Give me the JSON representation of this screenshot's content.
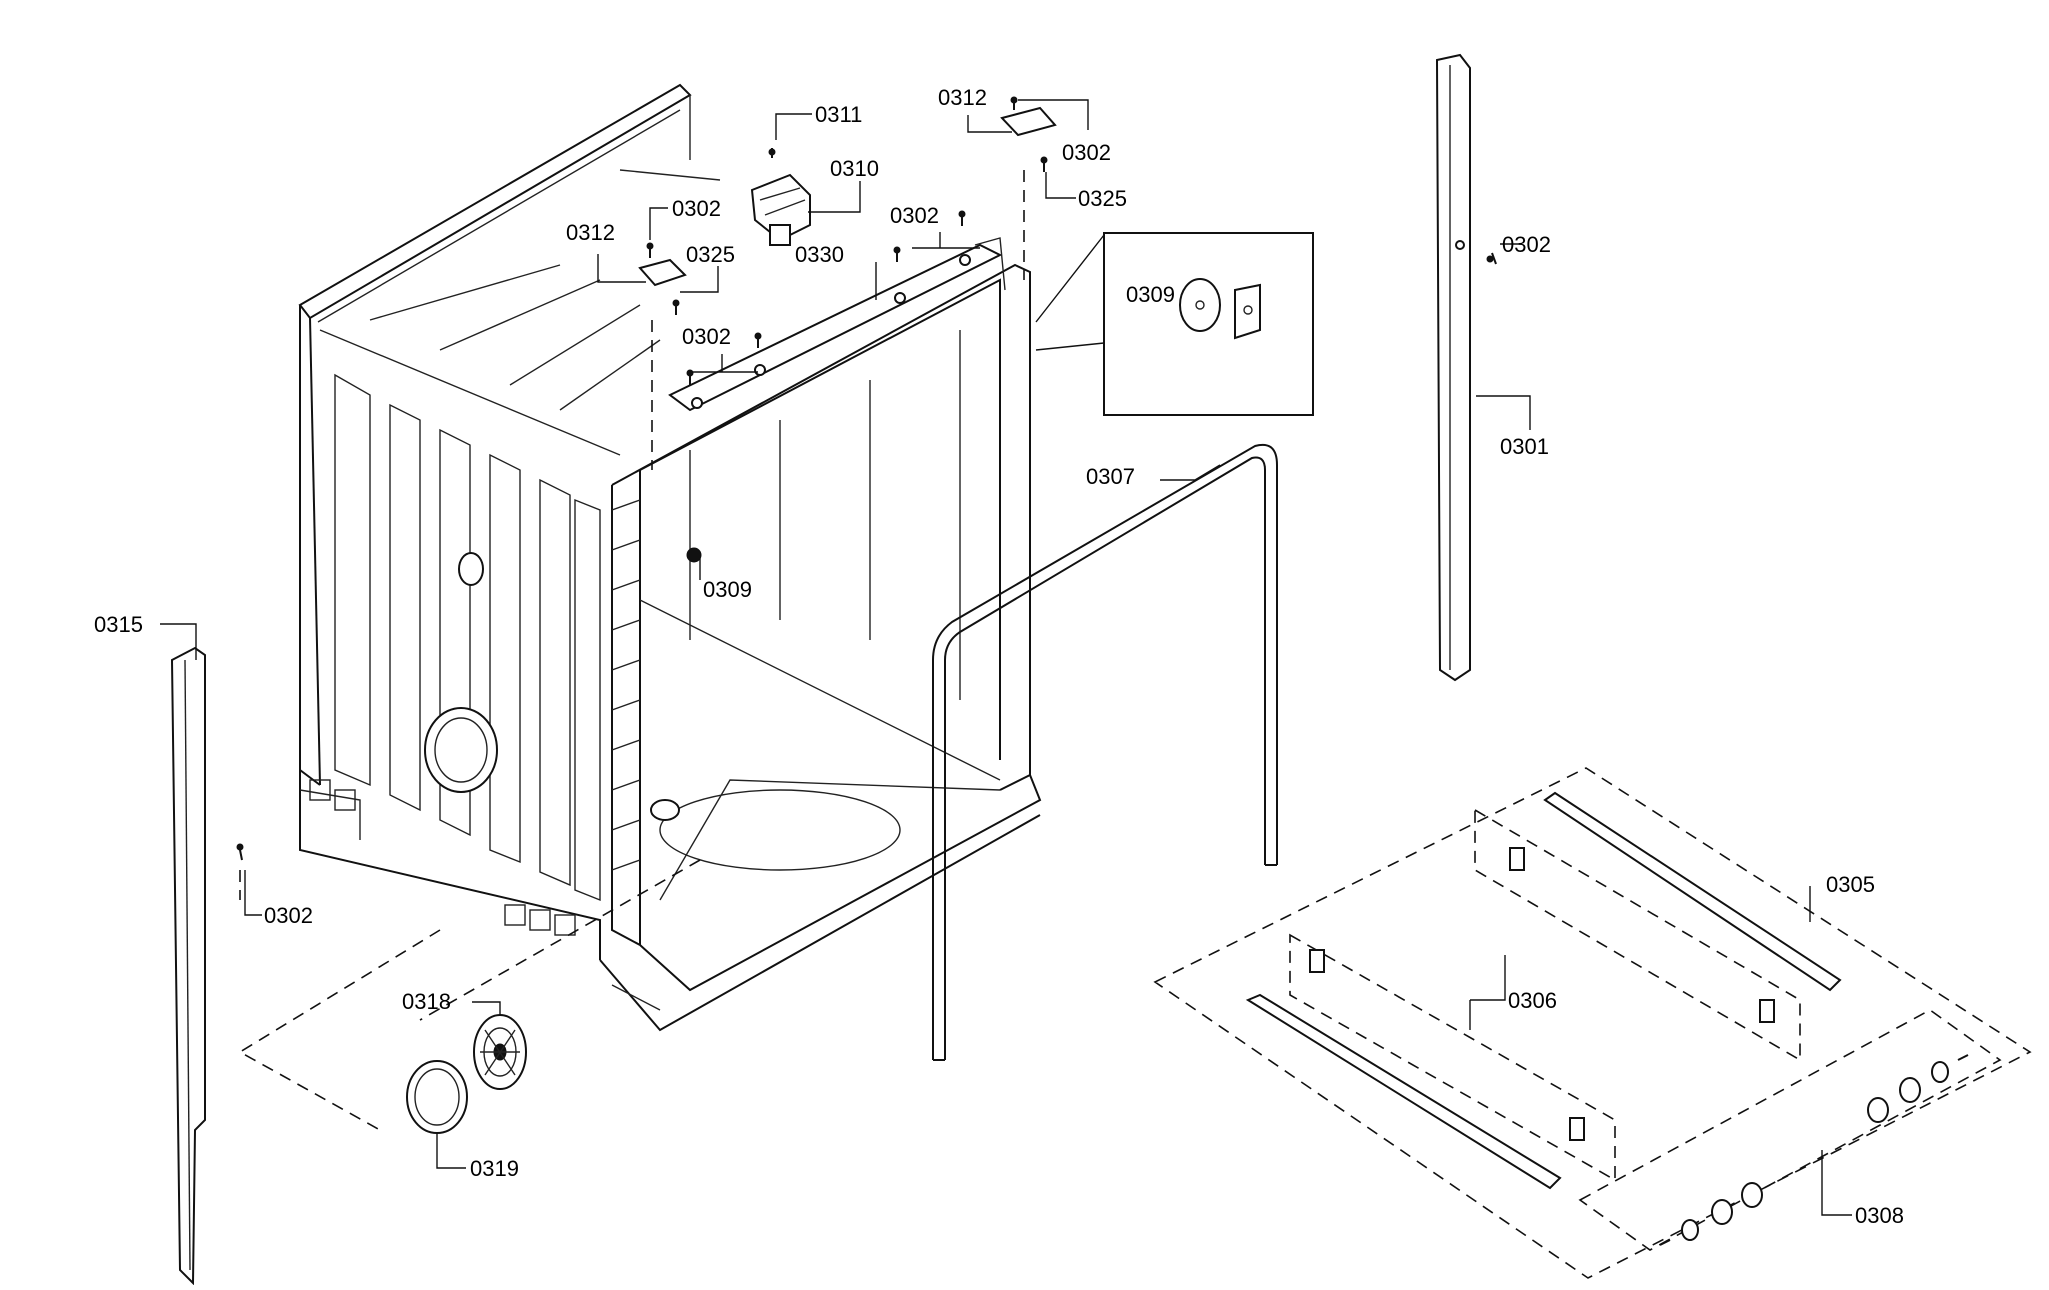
{
  "callouts": {
    "p0301": "0301",
    "p0302_top": "0302",
    "p0302_b": "0302",
    "p0302_c": "0302",
    "p0302_d": "0302",
    "p0302_e": "0302",
    "p0302_f": "0302",
    "p0305": "0305",
    "p0306": "0306",
    "p0307": "0307",
    "p0308": "0308",
    "p0309_a": "0309",
    "p0309_b": "0309",
    "p0310": "0310",
    "p0311": "0311",
    "p0312_a": "0312",
    "p0312_b": "0312",
    "p0315": "0315",
    "p0318": "0318",
    "p0319": "0319",
    "p0325_a": "0325",
    "p0325_b": "0325",
    "p0330": "0330"
  },
  "icons": {
    "tub": "dishwasher-tub-icon",
    "seal": "door-seal-icon",
    "rail": "side-rail-icon",
    "hinge": "hinge-bracket-icon",
    "screw": "screw-icon",
    "wheel": "wheel-icon"
  }
}
